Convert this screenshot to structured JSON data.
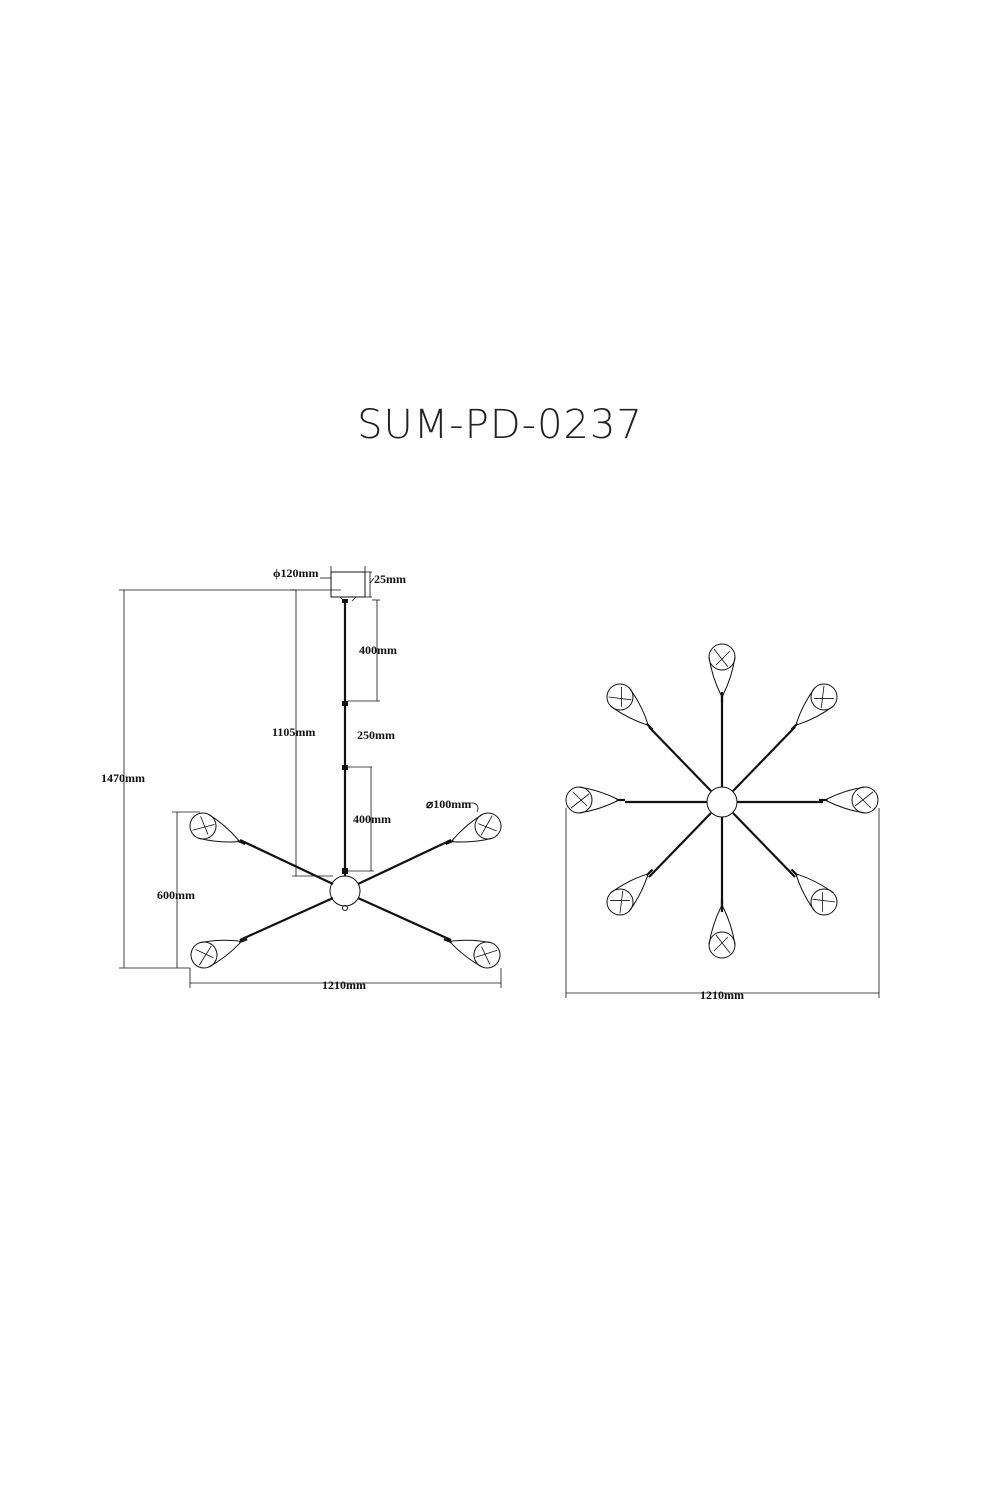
{
  "title": "SUM-PD-0237",
  "side_view": {
    "canopy_diameter": "ϕ120mm",
    "canopy_height": "25mm",
    "rod_top": "400mm",
    "rod_middle": "250mm",
    "rod_bottom": "400mm",
    "rod_total": "1105mm",
    "total_height": "1470mm",
    "shade_diameter": "⌀100mm",
    "shade_drop": "600mm",
    "width": "1210mm"
  },
  "top_view": {
    "width": "1210mm",
    "arm_count": 8
  }
}
